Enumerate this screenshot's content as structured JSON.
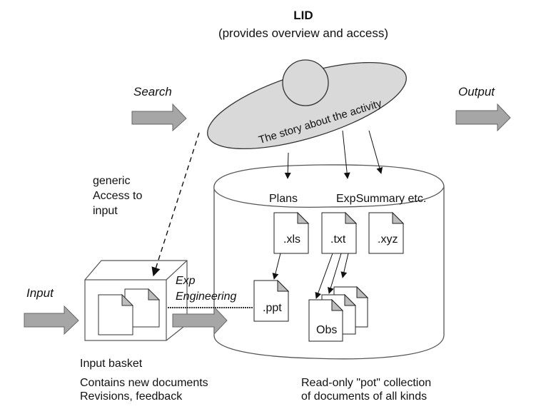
{
  "title": "LID",
  "subtitle": "(provides overview and access)",
  "flows": {
    "search": "Search",
    "output": "Output",
    "input": "Input"
  },
  "lid_story": "The story about the activity",
  "access_note": [
    "generic",
    "Access to",
    "input"
  ],
  "exp_engineering": [
    "Exp",
    "Engineering"
  ],
  "pot_labels": {
    "plans": "Plans",
    "expsummary": "ExpSummary etc."
  },
  "documents": {
    "xls": ".xls",
    "txt": ".txt",
    "xyz": ".xyz",
    "ppt": ".ppt",
    "obs": "Obs"
  },
  "input_basket": {
    "title": "Input basket",
    "desc": [
      "Contains new documents",
      "Revisions, feedback"
    ]
  },
  "pot_desc": [
    "Read-only \"pot\" collection",
    "of documents of all kinds"
  ],
  "colors": {
    "arrow_fill": "#a6a6a6",
    "lid_fill": "#d9d9d9",
    "stroke": "#333333"
  }
}
